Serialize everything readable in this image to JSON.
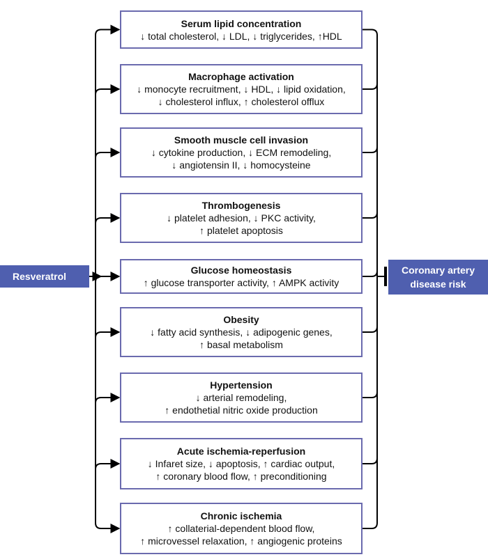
{
  "diagram": {
    "source_label": "Resveratrol",
    "target_label_line1": "Coronary artery",
    "target_label_line2": "disease risk",
    "colors": {
      "node_fill": "#4f5faf",
      "box_border": "#6a6aae",
      "connector": "#000000"
    },
    "effects": [
      {
        "title": "Serum lipid concentration",
        "lines": [
          "↓ total cholesterol, ↓ LDL, ↓ triglycerides, ↑HDL"
        ]
      },
      {
        "title": "Macrophage activation",
        "lines": [
          "↓ monocyte recruitment, ↓ HDL, ↓ lipid oxidation,",
          "↓ cholesterol influx, ↑ cholesterol offlux"
        ]
      },
      {
        "title": "Smooth muscle cell invasion",
        "lines": [
          "↓ cytokine production, ↓ ECM remodeling,",
          "↓ angiotensin II,  ↓ homocysteine"
        ]
      },
      {
        "title": "Thrombogenesis",
        "lines": [
          "↓ platelet adhesion, ↓ PKC activity,",
          "↑ platelet apoptosis"
        ]
      },
      {
        "title": "Glucose homeostasis",
        "lines": [
          "↑ glucose transporter activity, ↑ AMPK activity"
        ]
      },
      {
        "title": "Obesity",
        "lines": [
          "↓ fatty acid synthesis, ↓ adipogenic genes,",
          "↑ basal metabolism"
        ]
      },
      {
        "title": "Hypertension",
        "lines": [
          "↓ arterial remodeling,",
          "↑ endothetial nitric oxide production"
        ]
      },
      {
        "title": "Acute ischemia-reperfusion",
        "lines": [
          "↓ Infaret size, ↓ apoptosis, ↑ cardiac output,",
          "↑ coronary blood flow, ↑ preconditioning"
        ]
      },
      {
        "title": "Chronic ischemia",
        "lines": [
          "↑ collaterial-dependent blood flow,",
          "↑ microvessel relaxation, ↑ angiogenic proteins"
        ]
      }
    ]
  }
}
